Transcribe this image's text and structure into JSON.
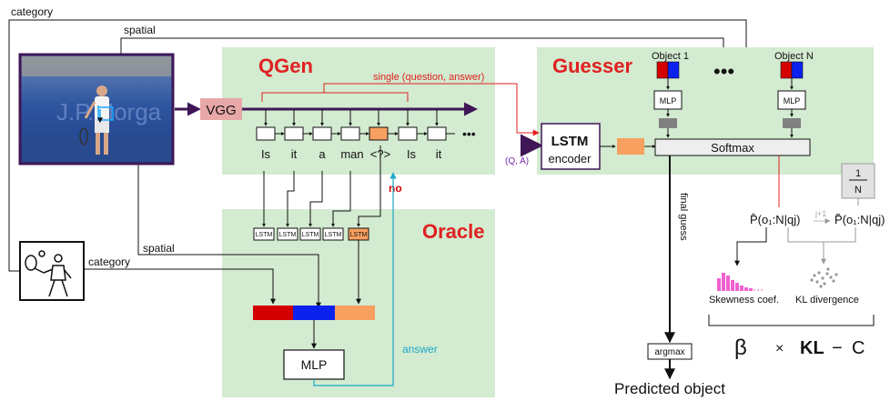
{
  "edges": {
    "category_top": "category",
    "spatial_top": "spatial",
    "spatial_bottom": "spatial",
    "category_bottom": "category",
    "single_qa": "single (question, answer)",
    "qa_pair": "(Q, A)",
    "no": "no",
    "answer": "answer",
    "final_guess": "final guess"
  },
  "qgen": {
    "title": "QGen",
    "vgg": "VGG",
    "tokens": [
      "Is",
      "it",
      "a",
      "man",
      "<?>",
      "Is",
      "it"
    ],
    "ellipsis": "•••"
  },
  "oracle": {
    "title": "Oracle",
    "lstm_cells": [
      "LSTM",
      "LSTM",
      "LSTM",
      "LSTM",
      "LSTM"
    ],
    "mlp": "MLP"
  },
  "guesser": {
    "title": "Guesser",
    "object_1": "Object 1",
    "object_n": "Object N",
    "dots": "•••",
    "mlp_1": "MLP",
    "mlp_n": "MLP",
    "lstm": "LSTM",
    "encoder": "encoder",
    "softmax": "Softmax"
  },
  "outputs": {
    "argmax": "argmax",
    "predicted": "Predicted object"
  },
  "kl": {
    "uniform_num": "1",
    "uniform_den": "N",
    "p_hat": "P̂(o₁:N|qj)",
    "j_plus": "j+1",
    "p_tilde": "P̃(o₁:N|qj)",
    "skewness": "Skewness coef.",
    "kl_div": "KL divergence",
    "beta": "β",
    "times": "×",
    "kl": "KL",
    "minus": "−",
    "c": "C"
  },
  "colors": {
    "panel_green": "#d3ebd0",
    "title_red": "#e02020",
    "arrow_purple": "#3f1656",
    "red_block": "#d40000",
    "blue_block": "#0b22ee",
    "orange_block": "#f7a060",
    "answer_teal": "#1aa8c8",
    "skew_pink": "#f060d0"
  }
}
